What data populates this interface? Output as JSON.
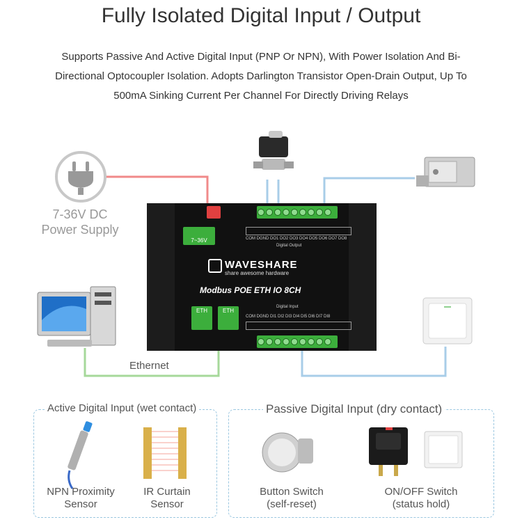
{
  "header": {
    "title": "Fully Isolated Digital Input / Output",
    "subtitle_line1": "Supports Passive And Active Digital Input (PNP Or NPN), With Power Isolation And Bi-",
    "subtitle_line2": "Directional Optocoupler Isolation. Adopts Darlington Transistor Open-Drain Output, Up To",
    "subtitle_line3": "500mA Sinking Current Per Channel For Directly Driving Relays"
  },
  "power": {
    "line1": "7-36V DC",
    "line2": "Power Supply"
  },
  "ethernet_label": "Ethernet",
  "device": {
    "brand": "WAVESHARE",
    "tagline": "share awesome hardware",
    "model": "Modbus POE ETH IO 8CH",
    "voltage": "7~36V",
    "eth_port": "ETH",
    "output_pins": "COM DGND DO1 DO2 DO3 DO4 DO5 DO6 DO7 DO8",
    "output_title": "Digital Output",
    "input_pins": "COM DGND DI1 DI2 DI3 DI4 DI5 DI6 DI7 DI8",
    "input_title": "Digital Input"
  },
  "active_group": {
    "title": "Active Digital Input (wet contact)",
    "item1_line1": "NPN Proximity",
    "item1_line2": "Sensor",
    "item2_line1": "IR Curtain",
    "item2_line2": "Sensor"
  },
  "passive_group": {
    "title": "Passive Digital Input (dry contact)",
    "item1_line1": "Button Switch",
    "item1_line2": "(self-reset)",
    "item2_line1": "ON/OFF Switch",
    "item2_line2": "(status hold)"
  },
  "colors": {
    "accent_green": "#3cae3c",
    "wire_red": "#f08a8a",
    "wire_blue": "#a8cde8",
    "wire_green": "#a6d89a"
  }
}
